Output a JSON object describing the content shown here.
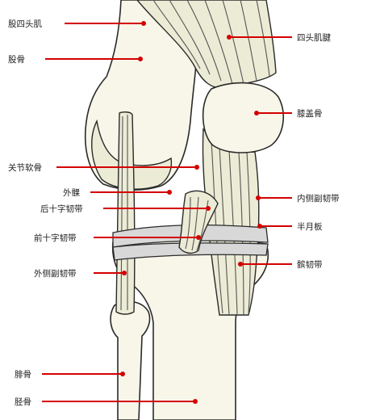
{
  "diagram": {
    "accent_color": "#d40000",
    "labels": {
      "rectus_femoris": "股四头肌",
      "femur": "股骨",
      "quadriceps_tendon": "四头肌腱",
      "patella": "膝盖骨",
      "articular_cartilage": "关节软骨",
      "lateral_condyle": "外髁",
      "posterior_cruciate": "后十字韧带",
      "medial_collateral": "内侧副韧带",
      "meniscus": "半月板",
      "anterior_cruciate": "前十字韧带",
      "patellar_ligament": "髌韧带",
      "lateral_collateral": "外侧副韧带",
      "fibula": "腓骨",
      "tibia": "胫骨"
    }
  }
}
